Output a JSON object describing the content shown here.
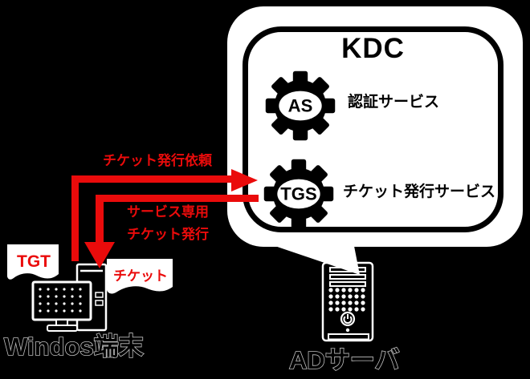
{
  "colors": {
    "background": "#000000",
    "bubble_fill": "#ffffff",
    "line_black": "#000000",
    "accent_red": "#ea0b0b",
    "label_outline": "#bfbfbf"
  },
  "kdc": {
    "title": "KDC",
    "services": [
      {
        "abbr": "AS",
        "label": "認証サービス"
      },
      {
        "abbr": "TGS",
        "label": "チケット発行サービス"
      }
    ]
  },
  "flows": {
    "request_label": "チケット発行依頼",
    "response_label_line1": "サービス専用",
    "response_label_line2": "チケット発行"
  },
  "client": {
    "label": "Windos端末",
    "tgt_document": "TGT",
    "ticket_document": "チケット"
  },
  "server": {
    "label": "ADサーバ"
  }
}
